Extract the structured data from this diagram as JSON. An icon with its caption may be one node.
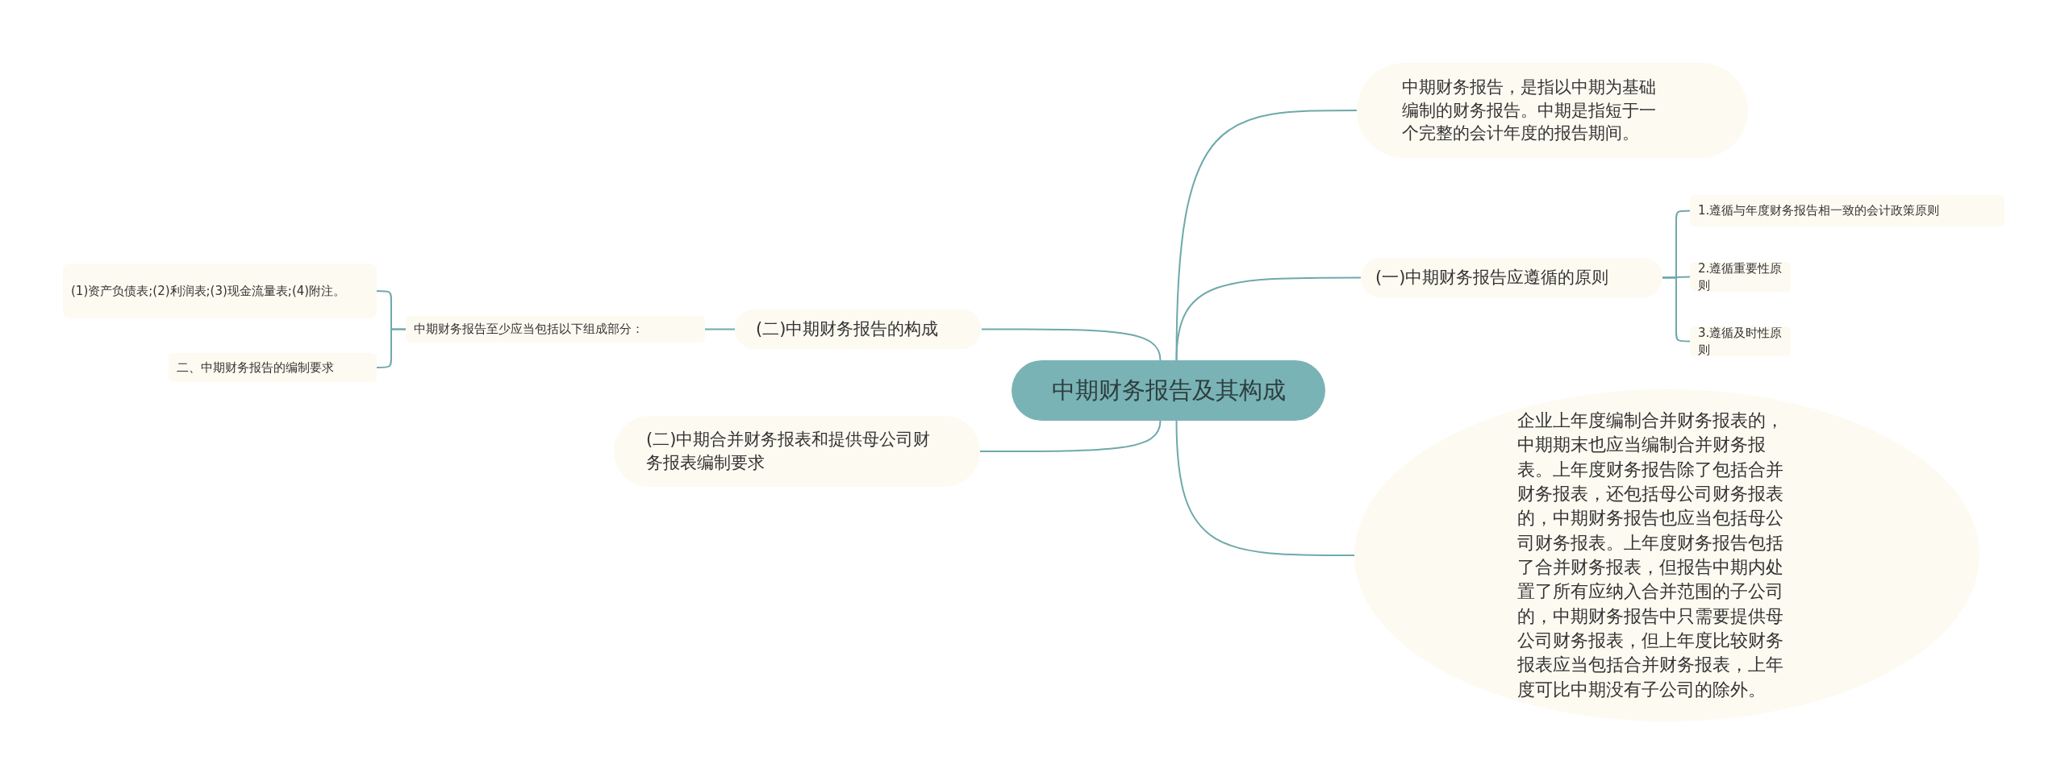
{
  "diagram": {
    "nodes": [
      {
        "text": [
          "中期财务报告及其构成"
        ]
      },
      {
        "text": [
          "中期财务报告，是指以中期为基础编制的财务报告。中期是指短于一个完整的会计年度的报告期间。"
        ]
      },
      {
        "text": [
          "(一)中期财务报告应遵循的原则"
        ]
      },
      {
        "text": [
          "1.遵循与年度财务报告相一致的会计政策原则"
        ]
      },
      {
        "text": [
          "2.遵循重要性原则"
        ]
      },
      {
        "text": [
          "3.遵循及时性原则"
        ]
      },
      {
        "text": [
          "企业上年度编制合并财务报表的，中期期末也应当编制合并财务报表。上年度财务报告除了包括合并财务报表，还包括母公司财务报表的，中期财务报告也应当包括母公司财务报表。上年度财务报告包括了合并财务报表，但报告中期内处置了所有应纳入合并范围的子公司的，中期财务报告中只需要提供母公司财务报表，但上年度比较财务报表应当包括合并财务报表，上年度可比中期没有子公司的除外。"
        ]
      },
      {
        "text": [
          "(二)中期财务报告的构成"
        ]
      },
      {
        "text": [
          "中期财务报告至少应当包括以下组成部分："
        ]
      },
      {
        "text": [
          "(1)资产负债表;(2)利润表;(3)现金流量表;(4)附注。"
        ]
      },
      {
        "text": [
          "二、中期财务报告的编制要求"
        ]
      },
      {
        "text": [
          "(二)中期合并财务报表和提供母公司财务报表编制要求"
        ]
      }
    ],
    "edges": [
      {
        "from": 0,
        "to": 1,
        "arrow": "none"
      },
      {
        "from": 0,
        "to": 2,
        "arrow": "none"
      },
      {
        "from": 2,
        "to": 3,
        "arrow": "none"
      },
      {
        "from": 2,
        "to": 4,
        "arrow": "none"
      },
      {
        "from": 2,
        "to": 5,
        "arrow": "none"
      },
      {
        "from": 0,
        "to": 6,
        "arrow": "none"
      },
      {
        "from": 0,
        "to": 7,
        "arrow": "none"
      },
      {
        "from": 7,
        "to": 8,
        "arrow": "none"
      },
      {
        "from": 8,
        "to": 9,
        "arrow": "none"
      },
      {
        "from": 8,
        "to": 10,
        "arrow": "none"
      },
      {
        "from": 0,
        "to": 11,
        "arrow": "none"
      }
    ]
  }
}
